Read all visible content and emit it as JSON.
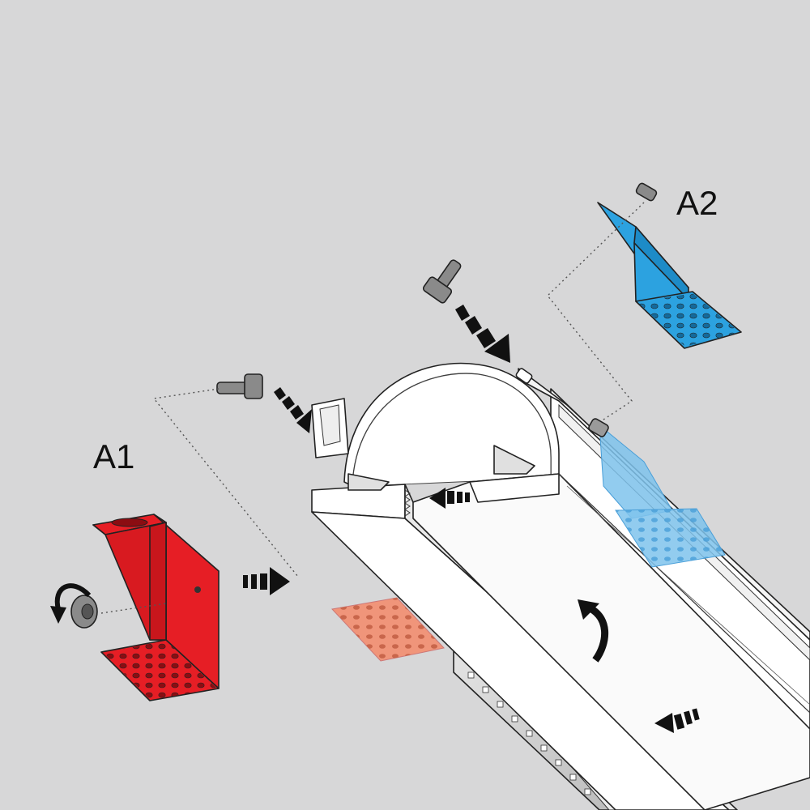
{
  "labels": {
    "a1": "A1",
    "a2": "A2"
  },
  "colors": {
    "background": "#d7d7d8",
    "bracket_a1": "#e61e25",
    "bracket_a1_ghost": "#f0957a",
    "bracket_a2": "#2ca2e0",
    "bracket_a2_ghost": "#7fc3ec",
    "profile": "#ffffff",
    "hardware": "#8a8a8a",
    "arrow": "#111111"
  },
  "parts": [
    {
      "id": "bracket-a1",
      "icon": "bracket-a1-icon"
    },
    {
      "id": "bracket-a2",
      "icon": "bracket-a2-icon"
    },
    {
      "id": "t-bolt",
      "icon": "bolt-icon"
    },
    {
      "id": "nut",
      "icon": "nut-icon"
    },
    {
      "id": "led-strip",
      "icon": "led-strip-icon"
    },
    {
      "id": "aluminium-profile",
      "icon": "profile-icon"
    }
  ]
}
